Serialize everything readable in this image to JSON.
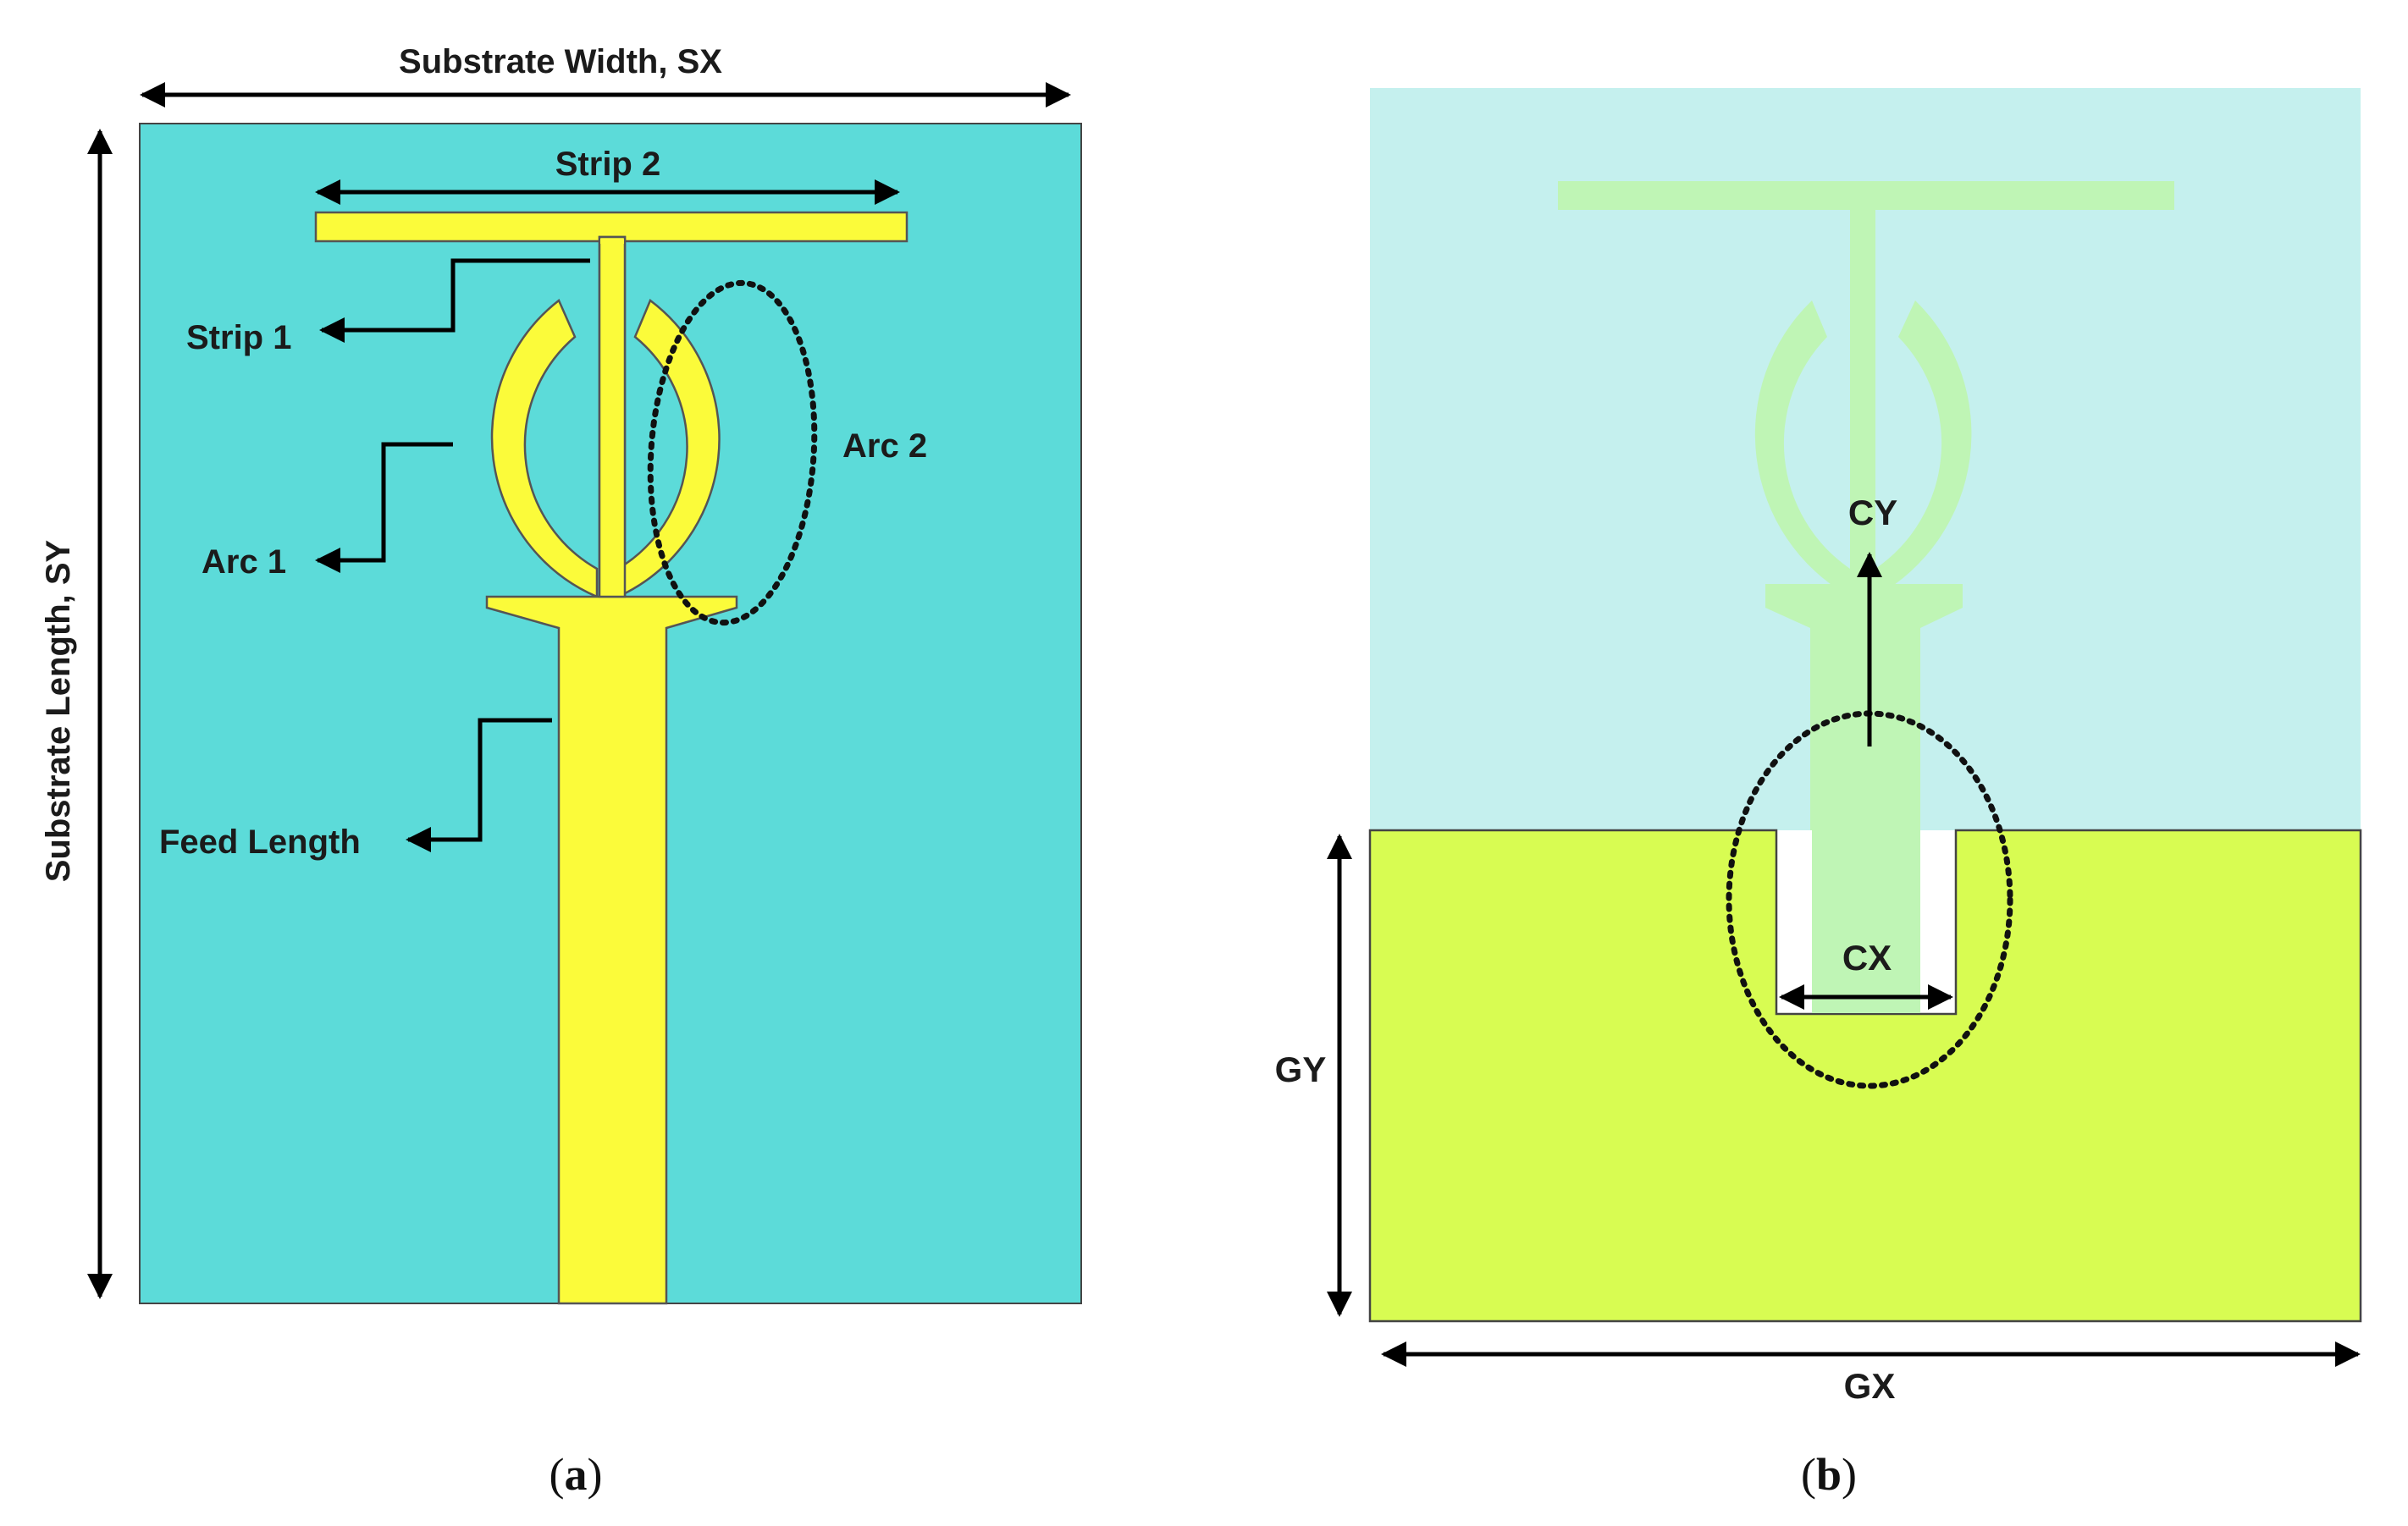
{
  "panel_a": {
    "dimension_width": "Substrate Width, SX",
    "dimension_length": "Substrate Length, SY",
    "strip2": "Strip 2",
    "strip1": "Strip 1",
    "arc1": "Arc 1",
    "arc2": "Arc 2",
    "feed": "Feed Length",
    "caption_open": "(",
    "caption_letter": "a",
    "caption_close": ")"
  },
  "panel_b": {
    "cy": "CY",
    "cx": "CX",
    "gy": "GY",
    "gx": "GX",
    "caption_open": "(",
    "caption_letter": "b",
    "caption_close": ")"
  },
  "colors": {
    "substrate": "#5cdbd9",
    "patch": "#fbfb3a",
    "ghost_substrate": "#c5f0ee",
    "ghost_patch": "#bff5b5",
    "ground": "#d8fc52"
  }
}
